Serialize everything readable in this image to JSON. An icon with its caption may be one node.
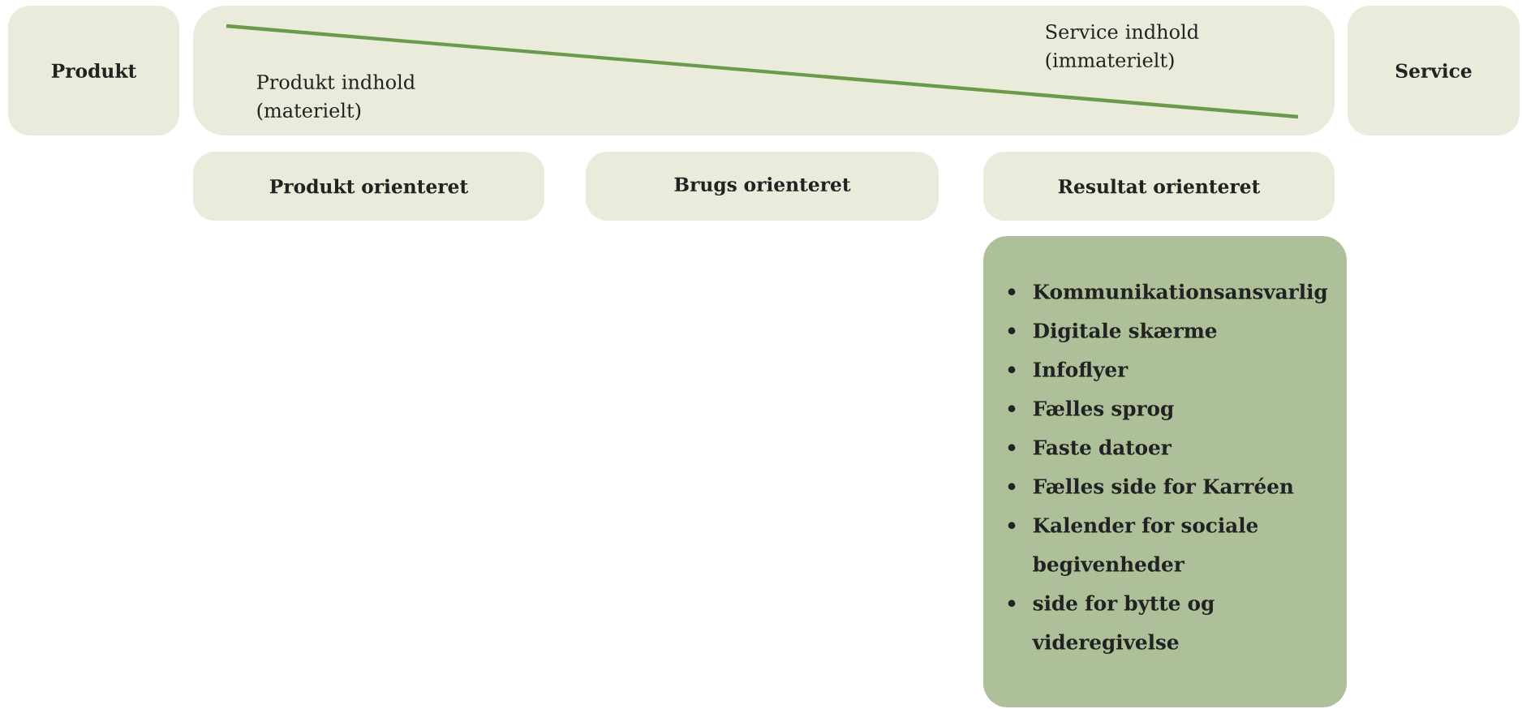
{
  "diagram": {
    "nodes": [
      {
        "text": [
          "Produkt"
        ]
      },
      {
        "text": [
          "Produkt indhold (materielt)",
          "Service indhold (immaterielt)"
        ]
      },
      {
        "text": [
          "Service"
        ]
      },
      {
        "text": [
          "Produkt orienteret"
        ]
      },
      {
        "text": [
          "Brugs orienteret"
        ]
      },
      {
        "text": [
          "Resultat orienteret"
        ]
      },
      {
        "text": [
          "Kommunikationsansvarlig",
          "Digitale skærme",
          "Infoflyer",
          "Fælles sprog",
          "Faste datoer",
          "Fælles side for Karréen",
          "Kalender for sociale begivenheder",
          "side for bytte og videregivelse"
        ]
      }
    ]
  }
}
